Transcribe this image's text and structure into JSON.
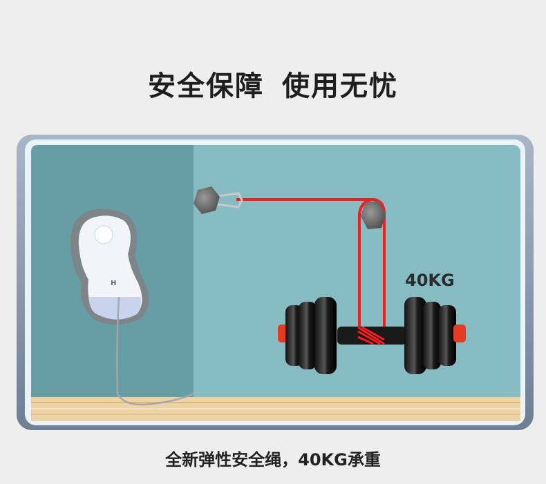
{
  "title": "安全保障  使用无忧",
  "weight_label": "40KG",
  "caption": "全新弹性安全绳，40KG承重",
  "colors": {
    "rope": "#ff1a1a",
    "wall_dark": "#679ea5",
    "wall_light": "#88bcc3",
    "floor": "#ecd3a6",
    "frame": "#8796a8"
  }
}
